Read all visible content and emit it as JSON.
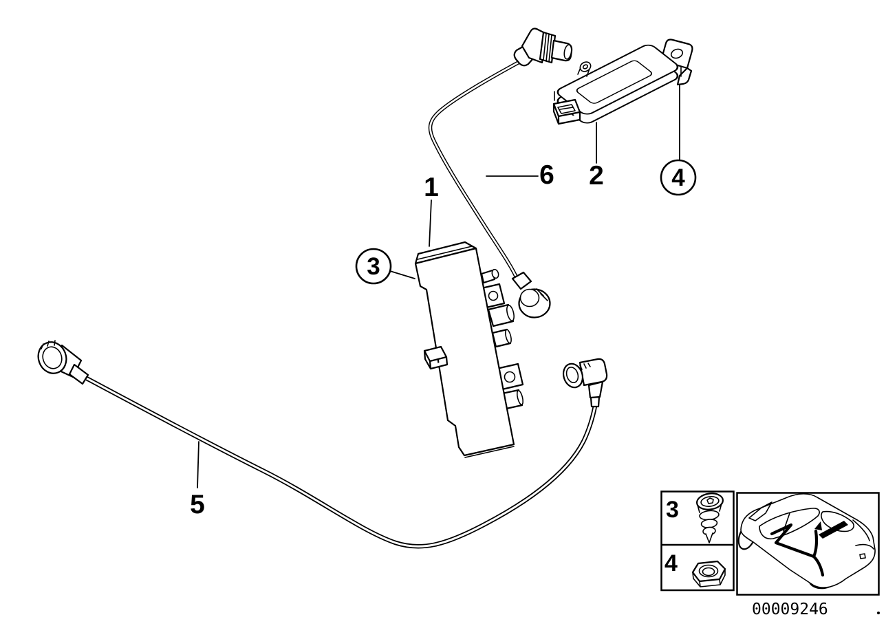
{
  "diagram": {
    "background_color": "#ffffff",
    "line_color": "#000000",
    "number": "00009246",
    "callouts": [
      {
        "ref": "1",
        "circled": false
      },
      {
        "ref": "2",
        "circled": false
      },
      {
        "ref": "3",
        "circled": true
      },
      {
        "ref": "4",
        "circled": true
      },
      {
        "ref": "5",
        "circled": false
      },
      {
        "ref": "6",
        "circled": false
      }
    ],
    "legend": {
      "rows": [
        {
          "ref": "3",
          "icon": "self-tapping-screw-icon"
        },
        {
          "ref": "4",
          "icon": "hex-nut-icon"
        }
      ]
    },
    "thumbnail": {
      "icon": "car-rear-three-quarter-icon"
    }
  }
}
